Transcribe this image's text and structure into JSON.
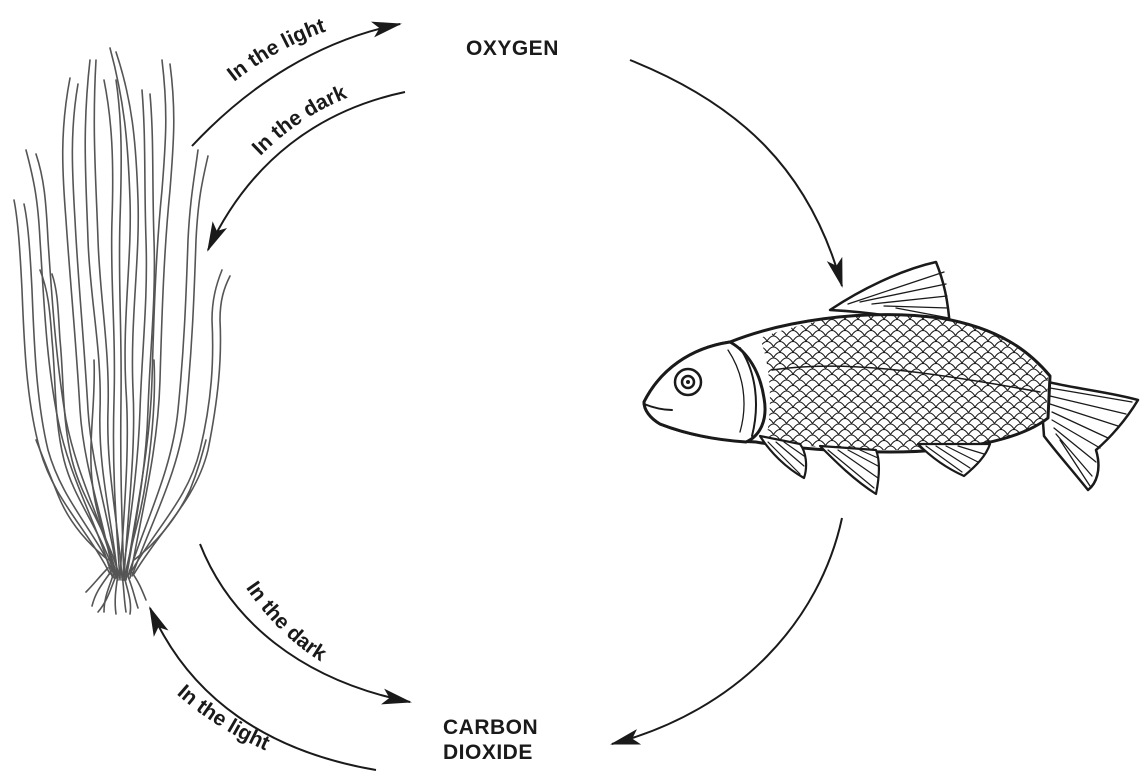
{
  "nodes": {
    "oxygen": "OXYGEN",
    "carbon_dioxide_line1": "CARBON",
    "carbon_dioxide_line2": "DIOXIDE"
  },
  "arrows": {
    "plant_to_oxygen_light": "In the light",
    "oxygen_to_plant_dark": "In the dark",
    "plant_to_co2_dark": "In the dark",
    "co2_to_plant_light": "In the light"
  },
  "icons": {
    "plant": "aquatic-plant-icon",
    "fish": "fish-icon"
  },
  "colors": {
    "ink": "#1a1a1a",
    "plant_stroke": "#555555"
  }
}
